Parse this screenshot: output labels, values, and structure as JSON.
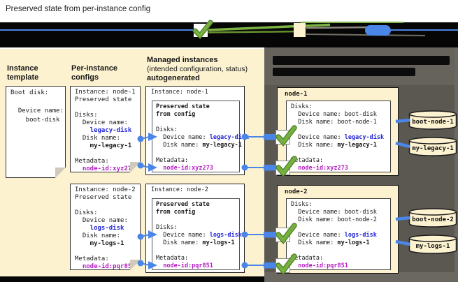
{
  "header": {
    "title": "Preserved state from per-instance config"
  },
  "colors": {
    "panel_beige": "#fcf2d0",
    "panel_dark": "#5b5852",
    "connector_blue": "#4a86e8",
    "text_blue": "#2426d6",
    "text_magenta": "#b51bc0",
    "check_green": "#76b041",
    "legend_bar": "#060606"
  },
  "left_panel": {
    "template_column": {
      "heading": "Instance template",
      "doc_lines": [
        "Boot disk:",
        "",
        "  Device name:",
        "    boot-disk"
      ]
    },
    "per_instance_column": {
      "heading": "Per-instance configs",
      "docs": [
        {
          "lines": [
            "Instance: node-1",
            "Preserved state",
            "",
            "Disks:",
            "  Device name:",
            [
              {
                "t": "    legacy-disk",
                "s": "blue"
              }
            ],
            "  Disk name:",
            [
              {
                "t": "    my-legacy-1",
                "s": "b"
              }
            ],
            "",
            "Metadata:",
            [
              {
                "t": "  node-id:xyz273",
                "s": "mag"
              }
            ]
          ]
        },
        {
          "lines": [
            "Instance: node-2",
            "Preserved state",
            "",
            "Disks:",
            "  Device name:",
            [
              {
                "t": "    logs-disk",
                "s": "blue"
              }
            ],
            "  Disk name:",
            [
              {
                "t": "    my-logs-1",
                "s": "b"
              }
            ],
            "",
            "Metadata:",
            [
              {
                "t": "  node-id:pqr851",
                "s": "mag"
              }
            ]
          ]
        }
      ]
    },
    "managed_column": {
      "heading_line1": "Managed instances",
      "heading_line2": "(intended configuration, status)",
      "heading_line3": "autogenerated",
      "boxes": [
        {
          "title": "Instance: node-1",
          "lines": [
            [
              {
                "t": "Preserved state",
                "s": "b"
              }
            ],
            [
              {
                "t": "from config",
                "s": "b"
              }
            ],
            "",
            "Disks:",
            [
              "  Device name: ",
              {
                "t": "legacy-disk",
                "s": "blue"
              }
            ],
            [
              "  Disk name: ",
              {
                "t": "my-legacy-1",
                "s": "b"
              }
            ],
            "",
            "Metadata:",
            [
              {
                "t": "  node-id:xyz273",
                "s": "mag"
              }
            ]
          ]
        },
        {
          "title": "Instance: node-2",
          "lines": [
            [
              {
                "t": "Preserved state",
                "s": "b"
              }
            ],
            [
              {
                "t": "from config",
                "s": "b"
              }
            ],
            "",
            "Disks:",
            [
              "  Device name: ",
              {
                "t": "logs-disk",
                "s": "blue"
              }
            ],
            [
              "  Disk name: ",
              {
                "t": "my-logs-1",
                "s": "b"
              }
            ],
            "",
            "Metadata:",
            [
              {
                "t": "  node-id:pqr851",
                "s": "mag"
              }
            ]
          ]
        }
      ]
    }
  },
  "vm_panel": {
    "boxes": [
      {
        "title": "node-1",
        "lines": [
          "Disks:",
          "  Device name: boot-disk",
          "  Disk name: boot-node-1",
          "",
          [
            "  Device name: ",
            {
              "t": "legacy-disk",
              "s": "blue"
            }
          ],
          [
            "  Disk name: ",
            {
              "t": "my-legacy-1",
              "s": "b"
            }
          ],
          "",
          "Metadata:",
          [
            {
              "t": "  node-id:xyz273",
              "s": "mag"
            }
          ]
        ]
      },
      {
        "title": "node-2",
        "lines": [
          "Disks:",
          "  Device name: boot-disk",
          "  Disk name: boot-node-2",
          "",
          [
            "  Device name: ",
            {
              "t": "logs-disk",
              "s": "blue"
            }
          ],
          [
            "  Disk name: ",
            {
              "t": "my-logs-1",
              "s": "b"
            }
          ],
          "",
          "Metadata:",
          [
            {
              "t": "  node-id:pqr851",
              "s": "mag"
            }
          ]
        ]
      }
    ],
    "disks": [
      {
        "label": "boot-node-1"
      },
      {
        "label": "my-legacy-1"
      },
      {
        "label": "boot-node-2"
      },
      {
        "label": "my-logs-1"
      }
    ]
  }
}
